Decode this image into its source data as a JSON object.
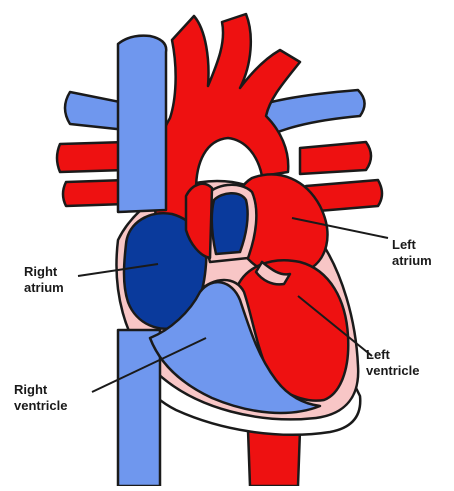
{
  "labels": {
    "right_atrium": {
      "line1": "Right",
      "line2": "atrium"
    },
    "right_ventricle": {
      "line1": "Right",
      "line2": "ventricle"
    },
    "left_atrium": {
      "line1": "Left",
      "line2": "atrium"
    },
    "left_ventricle": {
      "line1": "Left",
      "line2": "ventricle"
    }
  },
  "colors": {
    "oxygenated": "#ee1111",
    "deoxygenated": "#6f97ee",
    "chamber_dark": "#0a3a9c",
    "heart_wall": "#f8c6c6",
    "outline": "#1a1a1a",
    "pericardium": "#ffffff"
  }
}
